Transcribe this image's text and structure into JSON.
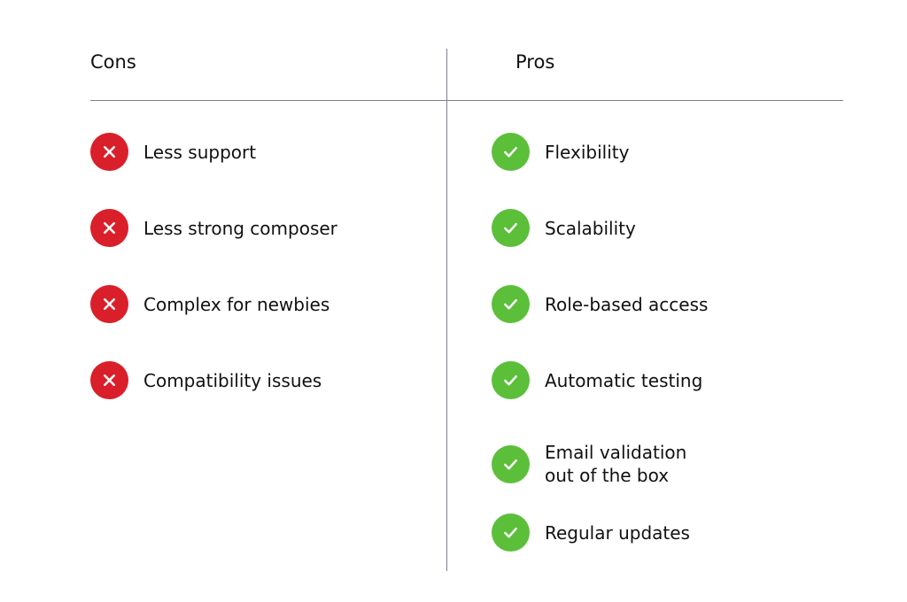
{
  "cons": {
    "heading": "Cons",
    "items": [
      {
        "label": "Less support"
      },
      {
        "label": "Less strong composer"
      },
      {
        "label": "Complex for newbies"
      },
      {
        "label": "Compatibility issues"
      }
    ]
  },
  "pros": {
    "heading": "Pros",
    "items": [
      {
        "label": "Flexibility"
      },
      {
        "label": "Scalability"
      },
      {
        "label": "Role-based access"
      },
      {
        "label": "Automatic testing"
      },
      {
        "label": "Email validation\nout of the box"
      },
      {
        "label": "Regular updates"
      }
    ]
  },
  "icons": {
    "con": "x-circle-icon",
    "pro": "check-circle-icon"
  },
  "colors": {
    "con_badge": "#d9202a",
    "pro_badge": "#5cbf3a",
    "divider": "#7c7e94",
    "text": "#111111"
  }
}
